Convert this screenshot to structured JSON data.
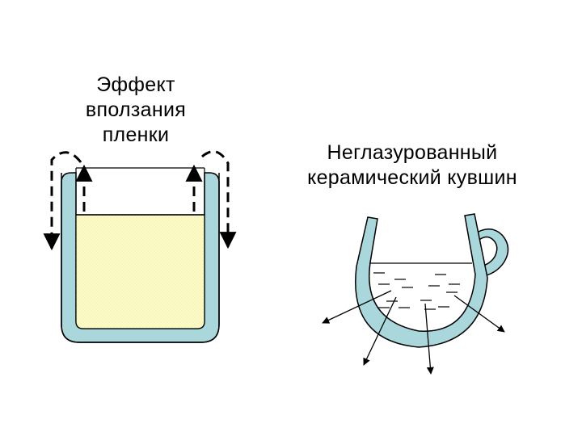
{
  "left_panel": {
    "caption_lines": [
      "Эффект",
      "вползания",
      "пленки"
    ]
  },
  "right_panel": {
    "caption_lines": [
      "Неглазурованный",
      "керамический кувшин"
    ]
  },
  "colors": {
    "vessel_wall": "#a9d7dc",
    "liquid": "#fdfbc8",
    "outline": "#000000"
  }
}
